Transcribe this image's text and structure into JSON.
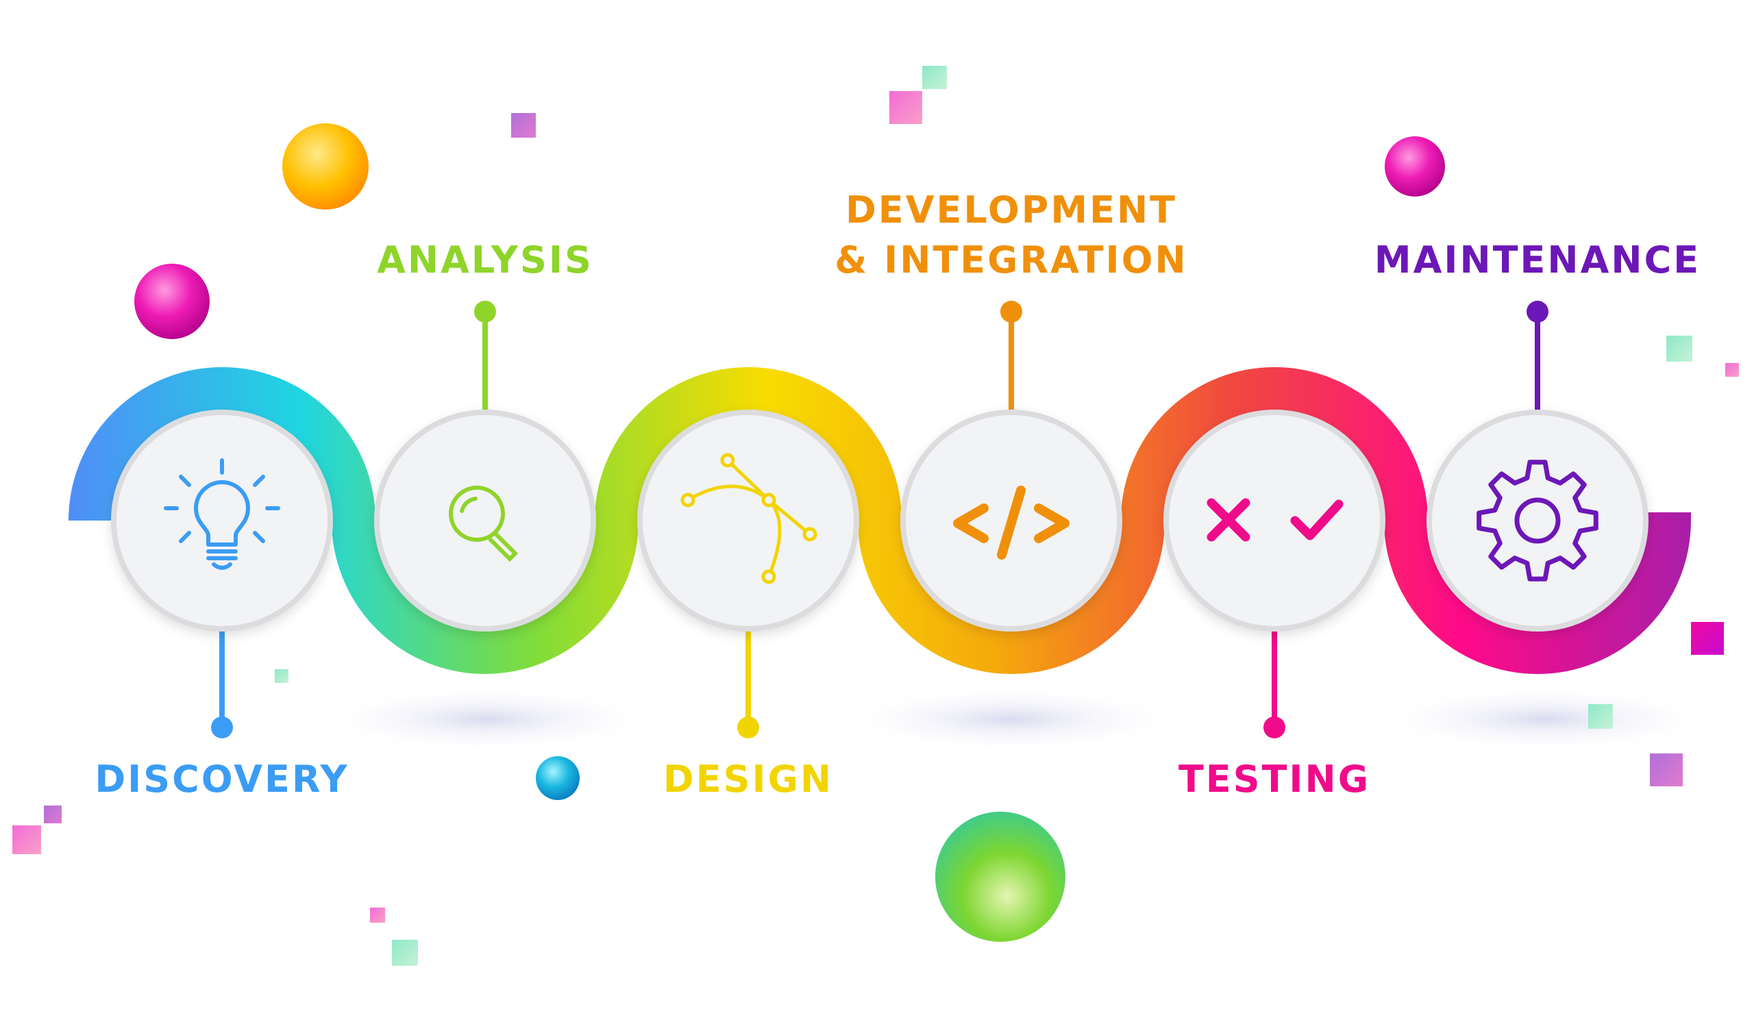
{
  "stages": [
    {
      "label": "DISCOVERY",
      "color": "#3b9cf4",
      "icon": "lightbulb-icon",
      "label_position": "bottom"
    },
    {
      "label": "ANALYSIS",
      "color": "#8fd42a",
      "icon": "magnifier-icon",
      "label_position": "top"
    },
    {
      "label": "DESIGN",
      "color": "#f2d400",
      "icon": "bezier-curve-icon",
      "label_position": "bottom"
    },
    {
      "label_lines": [
        "DEVELOPMENT",
        "& INTEGRATION"
      ],
      "color": "#f0900a",
      "icon": "code-brackets-icon",
      "label_position": "top"
    },
    {
      "label": "TESTING",
      "color": "#f00b8a",
      "icon": "cross-check-icon",
      "label_position": "bottom"
    },
    {
      "label": "MAINTENANCE",
      "color": "#6c17b7",
      "icon": "gear-icon",
      "label_position": "top"
    }
  ],
  "ribbon_gradient": [
    "#4f8ef7",
    "#1fd6e0",
    "#7fdc3a",
    "#f8dc00",
    "#f5a90c",
    "#f04a3e",
    "#ff0a88",
    "#a81fa8"
  ],
  "node_fill": "#f2f3f5",
  "node_ring": "#dcdcdf"
}
